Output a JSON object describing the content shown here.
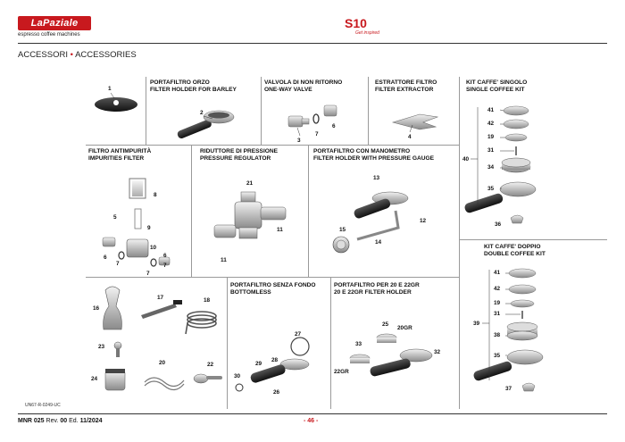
{
  "header": {
    "logo_text": "LaPaziale",
    "logo_sub": "espresso coffee machines",
    "model": "S10",
    "model_tagline": "Get inspired"
  },
  "section": {
    "title_it": "ACCESSORI",
    "separator": "•",
    "title_en": "ACCESSORIES"
  },
  "panels": {
    "barley": {
      "it": "PORTAFILTRO ORZO",
      "en": "FILTER HOLDER FOR BARLEY"
    },
    "valve": {
      "it": "VALVOLA DI NON RITORNO",
      "en": "ONE-WAY VALVE"
    },
    "extractor": {
      "it": "ESTRATTORE FILTRO",
      "en": "FILTER EXTRACTOR"
    },
    "single_kit": {
      "it": "KIT CAFFE' SINGOLO",
      "en": "SINGLE COFFEE KIT"
    },
    "impurities": {
      "it": "FILTRO ANTIMPURITÀ",
      "en": "IMPURITIES FILTER"
    },
    "regulator": {
      "it": "RIDUTTORE DI PRESSIONE",
      "en": "PRESSURE REGULATOR"
    },
    "gauge": {
      "it": "PORTAFILTRO CON MANOMETRO",
      "en": "FILTER HOLDER WITH PRESSURE GAUGE"
    },
    "double_kit": {
      "it": "KIT CAFFE' DOPPIO",
      "en": "DOUBLE COFFEE KIT"
    },
    "bottomless": {
      "it": "PORTAFILTRO SENZA FONDO",
      "en": "BOTTOMLESS"
    },
    "gr20": {
      "it": "PORTAFILTRO per 20 e 22GR",
      "en": "20 e 22GR FILTER HOLDER"
    }
  },
  "labels": {
    "n1": "1",
    "n2": "2",
    "n3": "3",
    "n4": "4",
    "n5": "5",
    "n6a": "6",
    "n6b": "6",
    "n6c": "6",
    "n7a": "7",
    "n7b": "7",
    "n7c": "7",
    "n8": "8",
    "n9": "9",
    "n10": "10",
    "n11a": "11",
    "n11b": "11",
    "n12": "12",
    "n13": "13",
    "n14": "14",
    "n15": "15",
    "n16": "16",
    "n17": "17",
    "n18": "18",
    "n19a": "19",
    "n19b": "19",
    "n20": "20",
    "n21": "21",
    "n22": "22",
    "n23": "23",
    "n24": "24",
    "n25": "25",
    "n26": "26",
    "n27": "27",
    "n28": "28",
    "n29": "29",
    "n30": "30",
    "n31a": "31",
    "n31b": "31",
    "n32": "32",
    "n33": "33",
    "n34": "34",
    "n35a": "35",
    "n35b": "35",
    "n36": "36",
    "n37": "37",
    "n38": "38",
    "n39": "39",
    "n40": "40",
    "n41a": "41",
    "n41b": "41",
    "n42a": "42",
    "n42b": "42",
    "gr20": "20GR",
    "gr22": "22GR"
  },
  "footer": {
    "code": "UN67-R-0249-UC",
    "doc": "MNR 025",
    "rev_label": "Rev.",
    "rev": "00",
    "ed_label": "Ed.",
    "ed": "11/2024",
    "page": "- 46 -"
  },
  "colors": {
    "brand_red": "#c8191e",
    "divider": "#9a9a9a"
  }
}
